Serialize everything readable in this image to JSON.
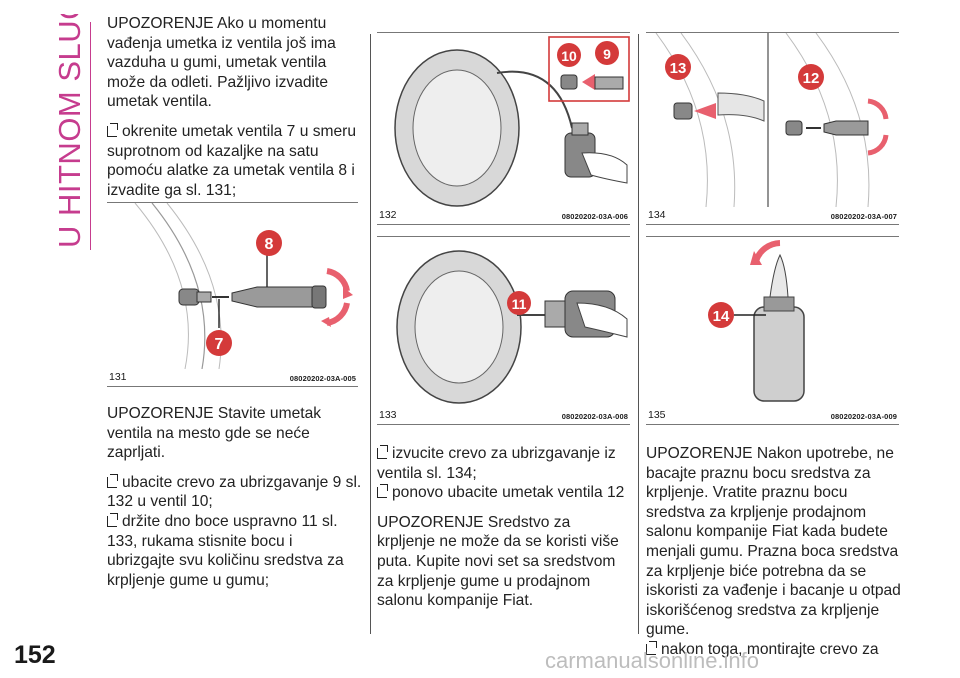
{
  "section_title": "U HITNOM SLUČAJU",
  "page_number": "152",
  "watermark": "carmanualsonline.info",
  "col1": {
    "p1": "UPOZORENJE Ako u momentu vađenja umetka iz ventila još ima vazduha u gumi, umetak ventila može da odleti. Pažljivo izvadite umetak ventila.",
    "item1": "okrenite umetak ventila 7 u smeru suprotnom od kazaljke na satu pomoću alatke za umetak ventila 8 i izvadite ga sl. 131;",
    "p2": "UPOZORENJE Stavite umetak ventila na mesto gde se neće zaprljati.",
    "item2": "ubacite crevo za ubrizgavanje 9 sl. 132 u ventil 10;",
    "item3": "držite dno boce uspravno 11 sl. 133, rukama stisnite bocu i ubrizgajte svu količinu sredstva za krpljenje gume u gumu;"
  },
  "col2": {
    "item1": "izvucite crevo za ubrizgavanje iz ventila sl. 134;",
    "item2": "ponovo ubacite umetak ventila 12",
    "p1": "UPOZORENJE Sredstvo za krpljenje ne može da se koristi više puta. Kupite novi set sa sredstvom za krpljenje gume u prodajnom salonu kompanije Fiat."
  },
  "col3": {
    "p1": "UPOZORENJE Nakon upotrebe, ne bacajte praznu bocu sredstva za krpljenje. Vratite praznu bocu sredstva za krpljenje prodajnom salonu kompanije Fiat kada budete menjali gumu. Prazna boca sredstva za krpljenje biće potrebna da se iskoristi za vađenje i bacanje u otpad iskorišćenog sredstva za krpljenje gume.",
    "item1": "nakon toga, montirajte crevo za"
  },
  "figures": {
    "f131": {
      "number": "131",
      "code": "08020202-03A-005",
      "labels": [
        "8",
        "7"
      ]
    },
    "f132": {
      "number": "132",
      "code": "08020202-03A-006",
      "labels": [
        "10",
        "9"
      ]
    },
    "f133": {
      "number": "133",
      "code": "08020202-03A-008",
      "labels": [
        "11"
      ]
    },
    "f134": {
      "number": "134",
      "code": "08020202-03A-007",
      "labels": [
        "13",
        "12"
      ]
    },
    "f135": {
      "number": "135",
      "code": "08020202-03A-009",
      "labels": [
        "14"
      ]
    }
  },
  "colors": {
    "accent": "#c63c8e",
    "badge": "#d43a3a",
    "arrow": "#e8606e"
  }
}
